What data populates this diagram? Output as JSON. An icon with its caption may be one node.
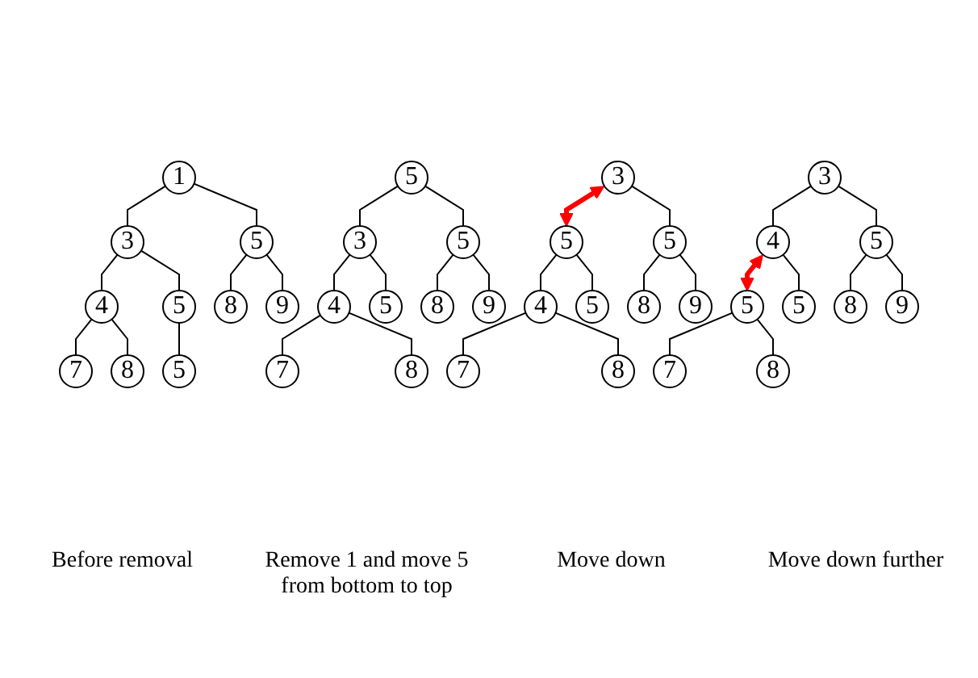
{
  "diagram": {
    "nodes": [
      {
        "text": [
          "1"
        ]
      },
      {
        "text": [
          "3"
        ]
      },
      {
        "text": [
          "5"
        ]
      },
      {
        "text": [
          "4"
        ]
      },
      {
        "text": [
          "5"
        ]
      },
      {
        "text": [
          "8"
        ]
      },
      {
        "text": [
          "9"
        ]
      },
      {
        "text": [
          "7"
        ]
      },
      {
        "text": [
          "8"
        ]
      },
      {
        "text": [
          "5"
        ]
      },
      {
        "text": [
          "5"
        ]
      },
      {
        "text": [
          "3"
        ]
      },
      {
        "text": [
          "5"
        ]
      },
      {
        "text": [
          "4"
        ]
      },
      {
        "text": [
          "5"
        ]
      },
      {
        "text": [
          "8"
        ]
      },
      {
        "text": [
          "9"
        ]
      },
      {
        "text": [
          "7"
        ]
      },
      {
        "text": [
          "8"
        ]
      },
      {
        "text": [
          "3"
        ]
      },
      {
        "text": [
          "5"
        ]
      },
      {
        "text": [
          "5"
        ]
      },
      {
        "text": [
          "4"
        ]
      },
      {
        "text": [
          "5"
        ]
      },
      {
        "text": [
          "8"
        ]
      },
      {
        "text": [
          "9"
        ]
      },
      {
        "text": [
          "7"
        ]
      },
      {
        "text": [
          "8"
        ]
      },
      {
        "text": [
          "3"
        ]
      },
      {
        "text": [
          "4"
        ]
      },
      {
        "text": [
          "5"
        ]
      },
      {
        "text": [
          "5"
        ]
      },
      {
        "text": [
          "5"
        ]
      },
      {
        "text": [
          "8"
        ]
      },
      {
        "text": [
          "9"
        ]
      },
      {
        "text": [
          "7"
        ]
      },
      {
        "text": [
          "8"
        ]
      }
    ],
    "edges": [
      {
        "from": 0,
        "to": 1,
        "arrow": "none"
      },
      {
        "from": 0,
        "to": 2,
        "arrow": "none"
      },
      {
        "from": 1,
        "to": 3,
        "arrow": "none"
      },
      {
        "from": 1,
        "to": 4,
        "arrow": "none"
      },
      {
        "from": 2,
        "to": 5,
        "arrow": "none"
      },
      {
        "from": 2,
        "to": 6,
        "arrow": "none"
      },
      {
        "from": 3,
        "to": 7,
        "arrow": "none"
      },
      {
        "from": 3,
        "to": 8,
        "arrow": "none"
      },
      {
        "from": 4,
        "to": 9,
        "arrow": "none"
      },
      {
        "from": 10,
        "to": 11,
        "arrow": "none"
      },
      {
        "from": 10,
        "to": 12,
        "arrow": "none"
      },
      {
        "from": 11,
        "to": 13,
        "arrow": "none"
      },
      {
        "from": 11,
        "to": 14,
        "arrow": "none"
      },
      {
        "from": 12,
        "to": 15,
        "arrow": "none"
      },
      {
        "from": 12,
        "to": 16,
        "arrow": "none"
      },
      {
        "from": 13,
        "to": 17,
        "arrow": "none"
      },
      {
        "from": 13,
        "to": 18,
        "arrow": "none"
      },
      {
        "from": 19,
        "to": 20,
        "arrow": "both",
        "style": "thick",
        "color": "#ff0000"
      },
      {
        "from": 19,
        "to": 21,
        "arrow": "none"
      },
      {
        "from": 20,
        "to": 22,
        "arrow": "none"
      },
      {
        "from": 20,
        "to": 23,
        "arrow": "none"
      },
      {
        "from": 21,
        "to": 24,
        "arrow": "none"
      },
      {
        "from": 21,
        "to": 25,
        "arrow": "none"
      },
      {
        "from": 22,
        "to": 26,
        "arrow": "none"
      },
      {
        "from": 22,
        "to": 27,
        "arrow": "none"
      },
      {
        "from": 28,
        "to": 29,
        "arrow": "none"
      },
      {
        "from": 28,
        "to": 30,
        "arrow": "none"
      },
      {
        "from": 29,
        "to": 31,
        "arrow": "both",
        "style": "thick",
        "color": "#ff0000"
      },
      {
        "from": 29,
        "to": 32,
        "arrow": "none"
      },
      {
        "from": 30,
        "to": 33,
        "arrow": "none"
      },
      {
        "from": 30,
        "to": 34,
        "arrow": "none"
      },
      {
        "from": 31,
        "to": 35,
        "arrow": "none"
      },
      {
        "from": 31,
        "to": 36,
        "arrow": "none"
      }
    ],
    "labels": [
      "Before removal",
      "Remove 1 and move 5 from bottom to top",
      "Move down",
      "Move down further"
    ]
  }
}
